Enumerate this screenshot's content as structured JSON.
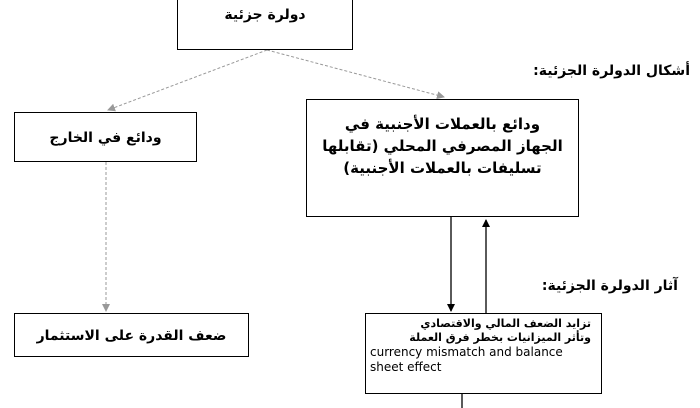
{
  "top_box": {
    "text": "دولرة جزئية"
  },
  "forms_label": "أشكال الدولرة الجزئية:",
  "right_box": {
    "line1": "ودائع بالعملات الأجنبية في",
    "line2": "الجهاز المصرفي المحلي (تقابلها",
    "line3": "تسليفات بالعملات الأجنبية)"
  },
  "left_box": {
    "text": "ودائع في الخارج"
  },
  "effects_label": "آثار الدولرة الجزئية:",
  "left_bottom_box": {
    "text": "ضعف القدرة على الاستثمار"
  },
  "effects_box": {
    "ar_line1": "تزايد الضعف المالي والاقتصادي",
    "ar_line2": "وتأثر الميزانيات بخطر فرق العملة",
    "en_line1": "currency mismatch and balance",
    "en_line2": "sheet effect"
  }
}
